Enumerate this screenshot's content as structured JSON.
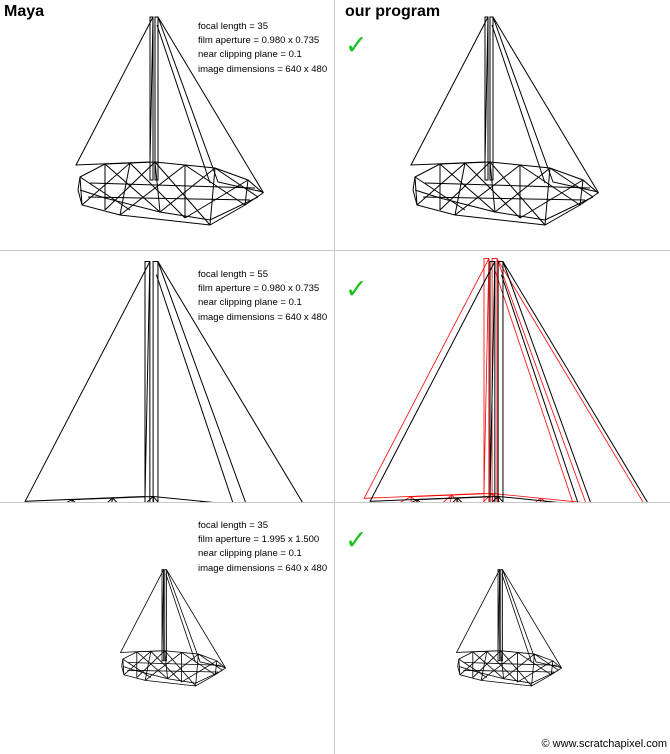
{
  "headers": {
    "left": "Maya",
    "right": "our program"
  },
  "check_glyph": "✓",
  "check_color": "#1ec21e",
  "rows": [
    {
      "params": {
        "focal_length": "focal length = 35",
        "film_aperture": "film aperture = 0.980 x 0.735",
        "near_clip": "near clipping plane = 0.1",
        "image_dimensions": "image dimensions = 640 x 480"
      }
    },
    {
      "params": {
        "focal_length": "focal length = 55",
        "film_aperture": "film aperture = 0.980 x 0.735",
        "near_clip": "near clipping plane = 0.1",
        "image_dimensions": "image dimensions = 640 x 480"
      }
    },
    {
      "params": {
        "focal_length": "focal length = 35",
        "film_aperture": "film aperture = 1.995 x 1.500",
        "near_clip": "near clipping plane = 0.1",
        "image_dimensions": "image dimensions = 640 x 480"
      }
    }
  ],
  "colors": {
    "wire": "#000000",
    "overlay": "#ff0000",
    "divider": "#c8c8c8"
  },
  "copyright": "© www.scratchapixel.com"
}
